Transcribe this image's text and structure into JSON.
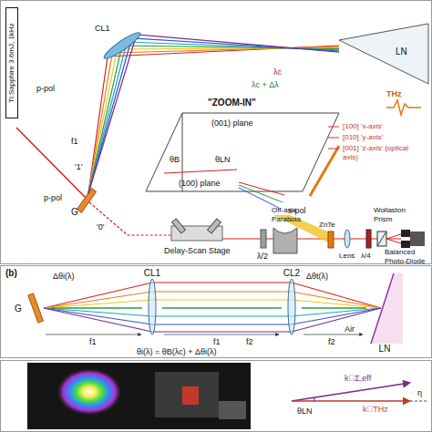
{
  "diagram": {
    "nodes": [
      {
        "text": [
          "G"
        ]
      },
      {
        "text": [
          "CL1"
        ]
      },
      {
        "text": [
          "CL2"
        ]
      },
      {
        "text": [
          "LN"
        ]
      }
    ],
    "edges": [
      {
        "from": 0,
        "to": 1,
        "arrow": "none"
      },
      {
        "from": 1,
        "to": 2,
        "arrow": "none"
      },
      {
        "from": 2,
        "to": 3,
        "arrow": "none"
      }
    ],
    "labels": [
      "Ti:Sapphire 3.6mJ, 1kHz",
      "p-pol",
      "CL1",
      "λc",
      "λc + Δλ",
      "LN",
      "THz",
      "f1",
      "'1'",
      "p-pol",
      "'0'",
      "G",
      "\"ZOOM-IN\"",
      "(001) plane",
      "[100] 'x-axis'",
      "[010] 'y-axis'",
      "[001] 'z-axis' (optical axis)",
      "θB",
      "θLN",
      "(100) plane",
      "s-pol",
      "Delay-Scan Stage",
      "λ/2",
      "Off-axis Parabola",
      "ZnTe",
      "Lens",
      "λ/4",
      "Wollaston Prism",
      "Balanced Photo-Diode",
      "(b)",
      "Δθi(λ)",
      "Δθt(λ)",
      "f1",
      "f1",
      "f2",
      "f2",
      "Air",
      "θi(λ) = θB(λc) + Δθi(λ)",
      "k⃗THz",
      "k⃗Σ,eff",
      "θLN",
      "η"
    ]
  }
}
